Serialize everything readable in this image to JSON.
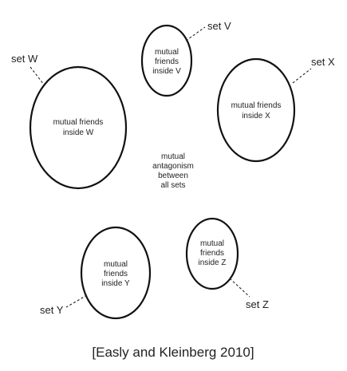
{
  "diagram": {
    "sets": {
      "v": {
        "tag": "set V",
        "lines": [
          "mutual",
          "friends",
          "inside V"
        ]
      },
      "w": {
        "tag": "set W",
        "lines": [
          "mutual friends",
          "inside W"
        ]
      },
      "x": {
        "tag": "set X",
        "lines": [
          "mutual friends",
          "inside X"
        ]
      },
      "y": {
        "tag": "set Y",
        "lines": [
          "mutual",
          "friends",
          "inside Y"
        ]
      },
      "z": {
        "tag": "set Z",
        "lines": [
          "mutual",
          "friends",
          "inside Z"
        ]
      }
    },
    "center_lines": [
      "mutual",
      "antagonism",
      "between",
      "all sets"
    ],
    "caption": "[Easly and Kleinberg 2010]"
  }
}
